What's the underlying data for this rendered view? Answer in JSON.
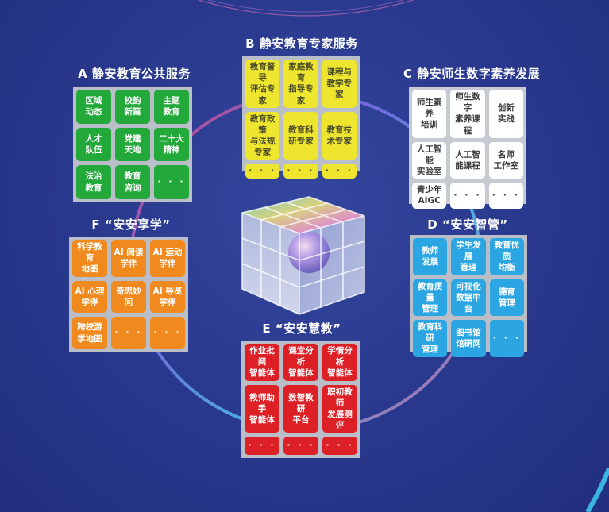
{
  "groups": {
    "a": {
      "title": "A 静安教育公共服务",
      "items": [
        "区域\n动态",
        "校韵\n新篇",
        "主题\n教育",
        "人才\n队伍",
        "党建\n天地",
        "二十大\n精神",
        "法治\n教育",
        "教育\n咨询",
        "· · ·"
      ]
    },
    "b": {
      "title": "B 静安教育专家服务",
      "items": [
        "教育督导\n评估专家",
        "家庭教育\n指导专家",
        "课程与\n教学专家",
        "教育政策\n与法规\n专家",
        "教育科\n研专家",
        "教育技\n术专家",
        "· · ·",
        "· · ·",
        "· · ·"
      ]
    },
    "c": {
      "title": "C 静安师生数字素养发展",
      "items": [
        "师生素养\n培训",
        "师生数字\n素养课程",
        "创新\n实践",
        "人工智能\n实验室",
        "人工智\n能课程",
        "名师\n工作室",
        "青少年\nAIGC",
        "· · ·",
        "· · ·"
      ]
    },
    "f": {
      "title": "F “安安享学”",
      "items": [
        "科学教育\n地图",
        "AI 阅读\n学伴",
        "AI 运动\n学伴",
        "AI 心理\n学伴",
        "奇思妙问",
        "AI 导览\n学伴",
        "跨校游\n学地图",
        "· · ·",
        "· · ·"
      ]
    },
    "d": {
      "title": "D “安安智管”",
      "items": [
        "教师\n发展",
        "学生发展\n管理",
        "教育优质\n均衡",
        "教育质量\n管理",
        "可视化\n数据中台",
        "德育\n管理",
        "教育科研\n管理",
        "图书馆\n馆研网",
        "· · ·"
      ]
    },
    "e": {
      "title": "E “安安慧教”",
      "items": [
        "作业批阅\n智能体",
        "课堂分析\n智能体",
        "学情分析\n智能体",
        "教师助手\n智能体",
        "数智教研\n平台",
        "职初教师\n发展测评",
        "· · ·",
        "· · ·",
        "· · ·"
      ]
    }
  },
  "colors": {
    "a": "#23a83a",
    "b": "#ede52e",
    "c": "#ffffff",
    "f": "#f08a1f",
    "d": "#2ba6e3",
    "e": "#dd1f26",
    "background": "#2a3a8f"
  },
  "center_icon": "rubik-cube-glass-icon"
}
